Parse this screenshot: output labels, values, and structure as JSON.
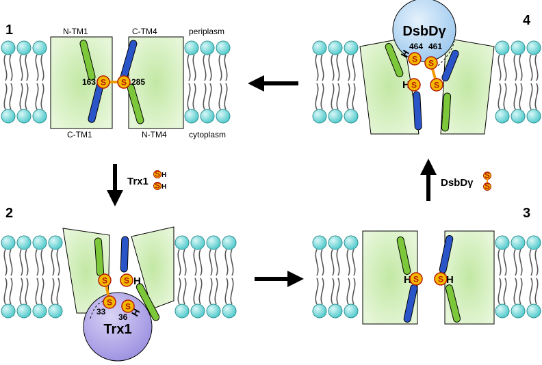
{
  "steps": [
    "1",
    "2",
    "3",
    "4"
  ],
  "panel1": {
    "n_tm1": "N-TM1",
    "c_tm4": "C-TM4",
    "c_tm1": "C-TM1",
    "n_tm4": "N-TM4",
    "periplasm": "periplasm",
    "cytoplasm": "cytoplasm",
    "res_a": "163",
    "res_b": "285"
  },
  "panel2": {
    "res_a": "33",
    "res_b": "36",
    "protein": "Trx1"
  },
  "panel4": {
    "res_a": "464",
    "res_b": "461",
    "protein_main": "DsbD",
    "protein_greek": "γ"
  },
  "arrows": {
    "down_label": "Trx1",
    "up_label_main": "DsbD",
    "up_label_greek": "γ"
  },
  "glyphs": {
    "sulfur": "S",
    "hydrogen": "H"
  },
  "colors": {
    "membrane_head": "#5fd4d6",
    "tm_box": "#cdeeb0",
    "helix_green": "#7cc83a",
    "helix_blue": "#2a55c8",
    "sulfur_fill": "#f4b800",
    "sulfur_text": "#b51a00",
    "trx1": "#b3a9e8",
    "dsbd": "#b7d8f4"
  }
}
